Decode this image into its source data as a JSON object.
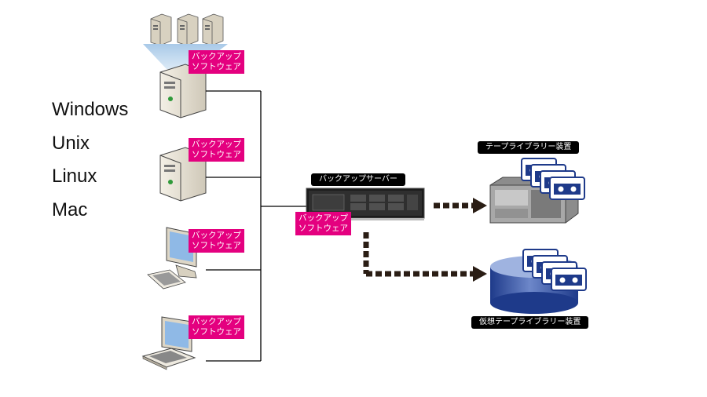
{
  "os_list": [
    "Windows",
    "Unix",
    "Linux",
    "Mac"
  ],
  "client_tag": "バックアップ\nソフトウェア",
  "server_tag": "バックアップ\nソフトウェア",
  "backup_server_label": "バックアップサーバー",
  "tape_library_label": "テープライブラリー装置",
  "virtual_tape_library_label": "仮想テープライブラリー装置",
  "colors": {
    "accent": "#e4007f",
    "line": "#000000",
    "arrow": "#2a1d14"
  }
}
